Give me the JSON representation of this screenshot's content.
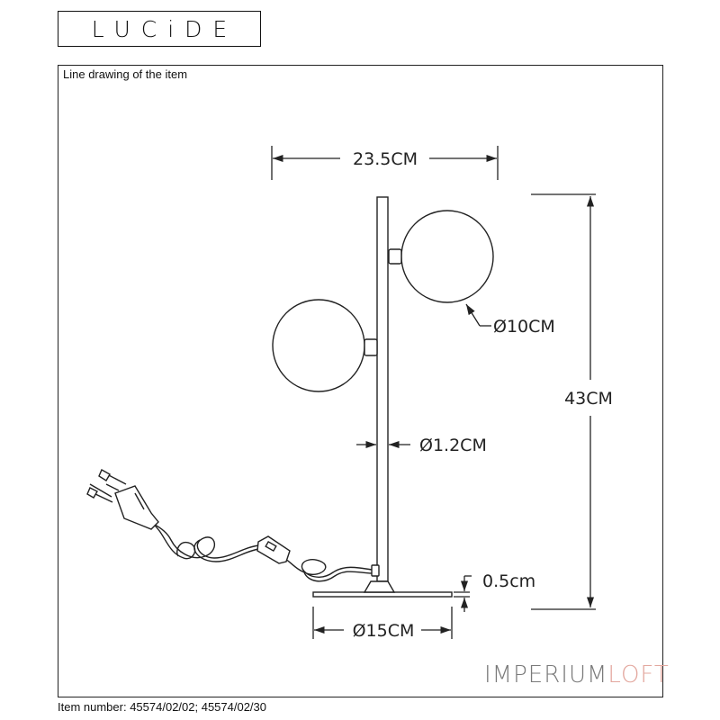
{
  "brand": {
    "name": "LUCiDE"
  },
  "captions": {
    "top": "Line drawing of the item",
    "bottom": "Item number: 45574/02/02; 45574/02/30"
  },
  "dimensions": {
    "width": "23.5CM",
    "globe": "Ø10CM",
    "height": "43CM",
    "stem": "Ø1.2CM",
    "base_thickness": "0.5cm",
    "base_diameter": "Ø15CM"
  },
  "watermark": {
    "part1": "IMPERIUM",
    "part2": "LOFT"
  }
}
